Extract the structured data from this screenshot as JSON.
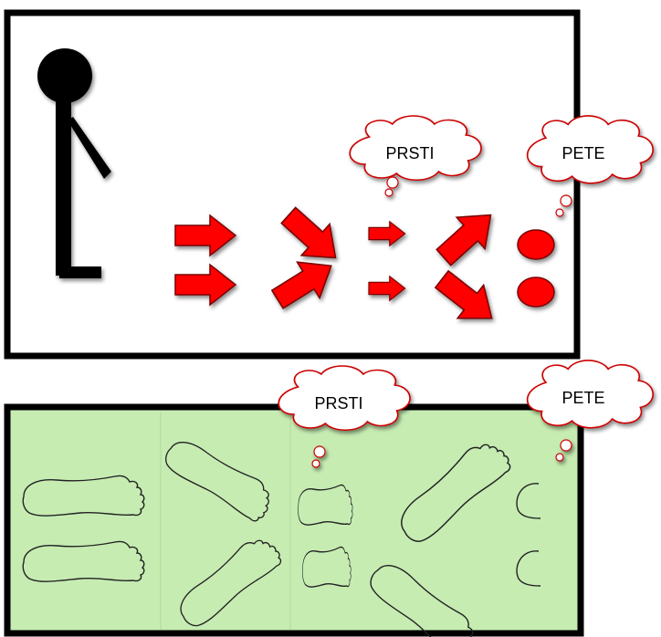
{
  "labels": {
    "toes_top": "PRSTI",
    "heels_top": "PETE",
    "toes_bottom": "PRSTI",
    "heels_bottom": "PETE"
  },
  "colors": {
    "arrow_fill": "#ff0000",
    "arrow_stroke": "#5a0000",
    "panel_border": "#000000",
    "photo_background": "#c6ecb2",
    "cloud_fill": "#ffffff",
    "cloud_stroke": "#cc0000",
    "figure": "#000000"
  }
}
